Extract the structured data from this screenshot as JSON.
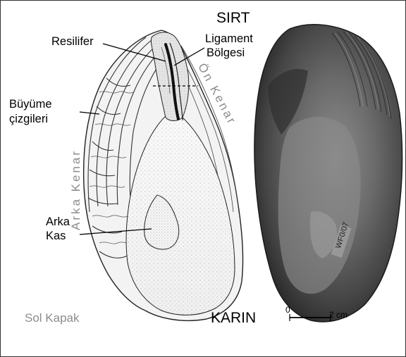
{
  "labels": {
    "dorsal": "SIRT",
    "ventral": "KARIN",
    "resilifer": "Resilifer",
    "ligament_line1": "Ligament",
    "ligament_line2": "Bölgesi",
    "growth_line1": "Büyüme",
    "growth_line2": "çizgileri",
    "front_edge": "Ön Kenar",
    "back_edge": "Arka Kenar",
    "muscle_line1": "Arka",
    "muscle_line2": "Kas",
    "valve": "Sol Kapak",
    "specimen_tag": "WF0/07"
  },
  "scale_bar": {
    "start": "0",
    "end": "2 cm"
  },
  "colors": {
    "label_grey": "#8c8c8c",
    "fossil_dark": "#3a3a3a",
    "fossil_light": "#8a8a8a"
  }
}
